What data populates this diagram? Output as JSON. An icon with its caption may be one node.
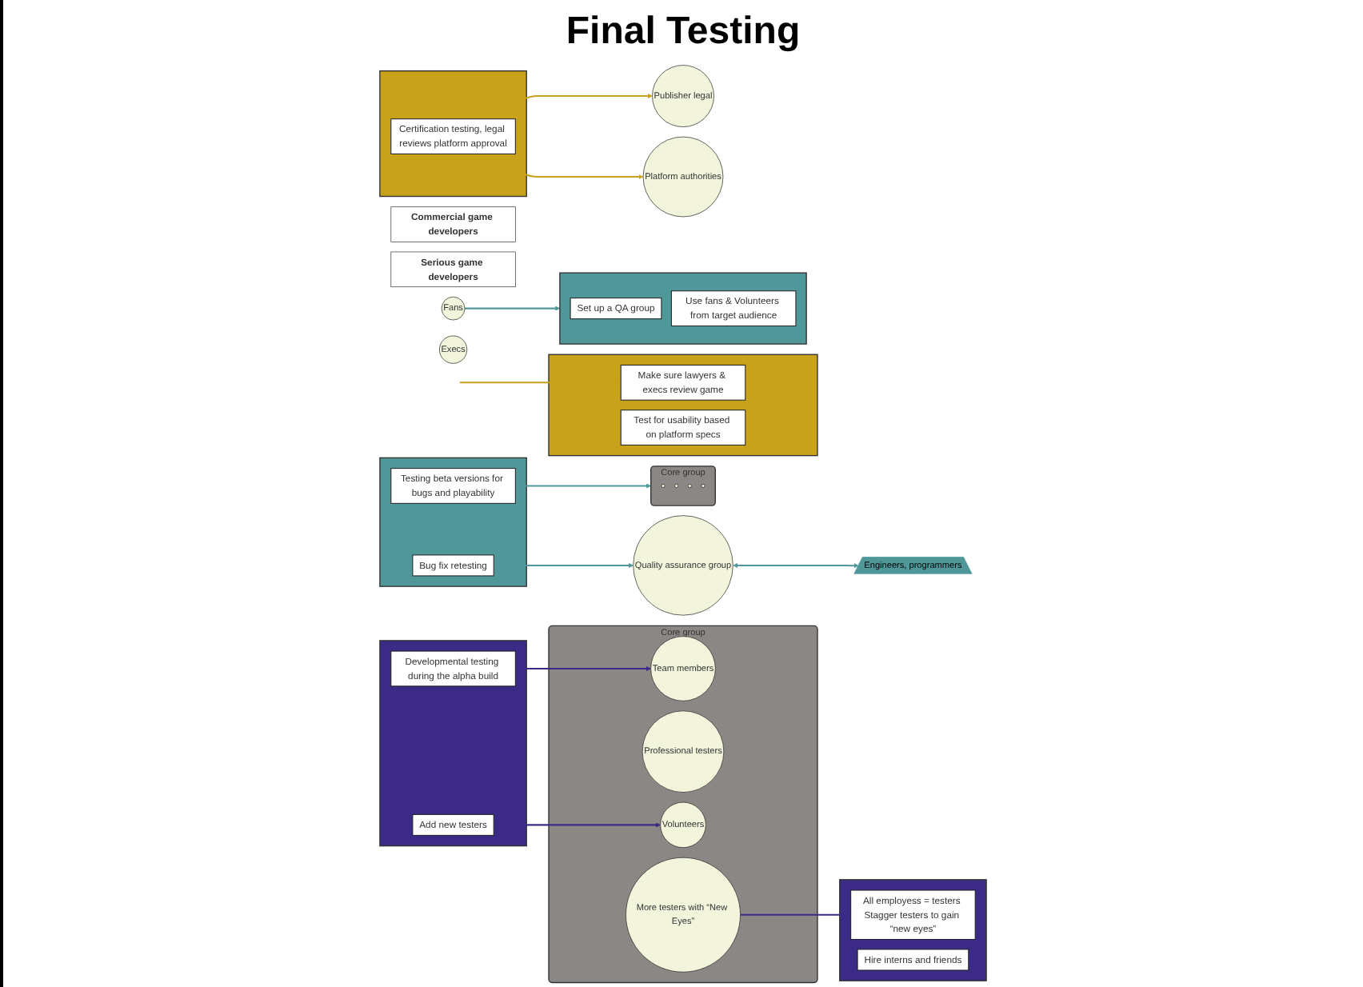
{
  "diagram": {
    "title": "Final Testing",
    "nodes": [
      {
        "text": [
          "Commercial game developers"
        ]
      },
      {
        "text": [
          "Serious game developers"
        ]
      },
      {
        "text": [],
        "shape": "box"
      },
      {
        "text": [
          "Developmental testing during the alpha build"
        ],
        "in": 2
      },
      {
        "text": [
          "Add new testers"
        ],
        "in": 2
      },
      {
        "text": [
          "Core group"
        ]
      },
      {
        "text": [
          "Team members"
        ],
        "in": 5
      },
      {
        "text": [
          "Professional testers"
        ],
        "in": 5
      },
      {
        "text": [
          "Volunteers"
        ],
        "in": 5
      },
      {
        "text": [
          "More testers with “New Eyes”"
        ],
        "in": 5
      },
      {
        "text": [],
        "shape": "box"
      },
      {
        "text": [
          "All employess = testers Stagger testers to gain “new eyes”"
        ],
        "in": 10
      },
      {
        "text": [
          "Hire interns and friends"
        ],
        "in": 10
      },
      {
        "text": [],
        "shape": "box"
      },
      {
        "text": [
          "Testing beta versions for bugs and playability"
        ],
        "in": 13
      },
      {
        "text": [
          "Bug fix retesting"
        ],
        "in": 13
      },
      {
        "text": [
          "Core group"
        ]
      },
      {
        "text": [],
        "shape": "circle",
        "in": 16
      },
      {
        "text": [],
        "shape": "circle",
        "in": 16
      },
      {
        "text": [],
        "shape": "circle",
        "in": 16
      },
      {
        "text": [],
        "shape": "circle",
        "in": 16
      },
      {
        "text": [
          "Fans"
        ]
      },
      {
        "text": [
          "Quality assurance group"
        ]
      },
      {
        "text": [
          "Execs"
        ]
      },
      {
        "text": [],
        "shape": "box"
      },
      {
        "text": [
          "Set up a QA group"
        ],
        "in": 24
      },
      {
        "text": [
          "Use fans & Volunteers from target audience"
        ],
        "in": 24
      },
      {
        "text": [
          "Engineers, programmers"
        ]
      },
      {
        "text": [],
        "shape": "box"
      },
      {
        "text": [
          "Certification testing, legal reviews platform approval"
        ],
        "in": 28
      },
      {
        "text": [
          "Publisher legal"
        ]
      },
      {
        "text": [
          "Platform authorities"
        ]
      },
      {
        "text": [],
        "shape": "box"
      },
      {
        "text": [
          "Make sure lawyers & execs review game"
        ],
        "in": 32
      },
      {
        "text": [
          "Test for usability based on platform specs"
        ],
        "in": 32
      }
    ],
    "edges": [
      {
        "from": 3,
        "to": 6,
        "arrow": "to",
        "color": "#3b2a86"
      },
      {
        "from": 4,
        "to": 8,
        "arrow": "to",
        "color": "#3b2a86"
      },
      {
        "from": 9,
        "to": 11,
        "arrow": "to",
        "color": "#3b2a86"
      },
      {
        "from": 14,
        "to": 16,
        "arrow": "to",
        "color": "#4f9799"
      },
      {
        "from": 15,
        "to": 22,
        "arrow": "to",
        "color": "#4f9799"
      },
      {
        "from": 21,
        "to": 24,
        "arrow": "to",
        "color": "#4f9799"
      },
      {
        "from": 22,
        "to": 27,
        "arrow": "both",
        "color": "#4f9799"
      },
      {
        "from": 29,
        "to": 30,
        "arrow": "to",
        "color": "#c9a21b"
      },
      {
        "from": 29,
        "to": 31,
        "arrow": "to",
        "color": "#c9a21b"
      },
      {
        "from": null,
        "to": 33,
        "arrow": "to",
        "color": "#c9a21b"
      }
    ]
  }
}
